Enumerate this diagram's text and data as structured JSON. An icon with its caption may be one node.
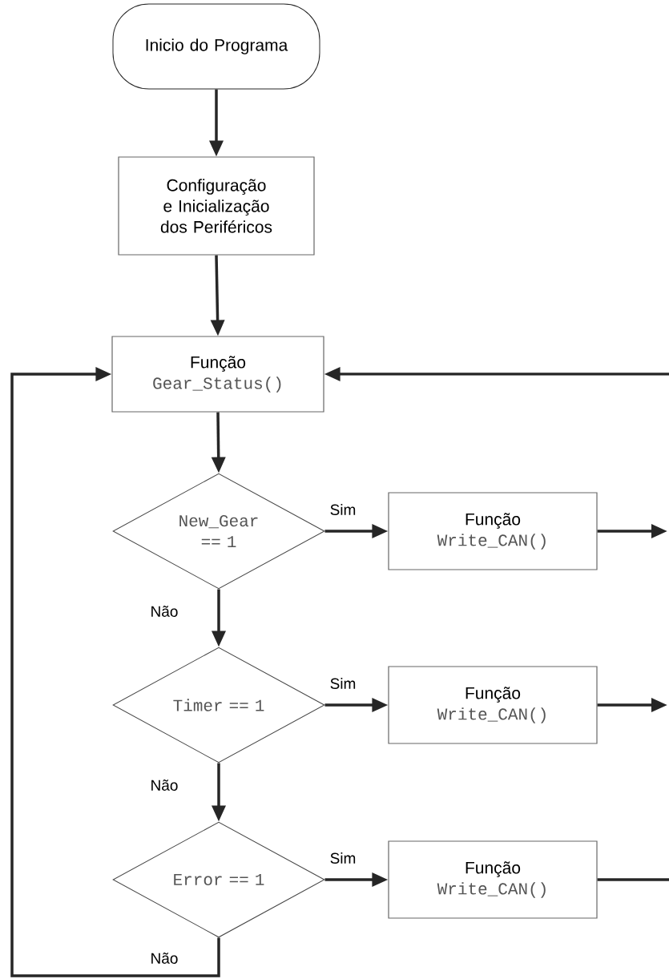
{
  "diagram": {
    "nodes": [
      {
        "text": [
          "Inicio do Programa"
        ]
      },
      {
        "text": [
          "Configuração e Inicialização dos Periféricos"
        ]
      },
      {
        "text": [
          "Função",
          "Gear_Status()"
        ]
      },
      {
        "text": [
          "New_Gear == 1"
        ]
      },
      {
        "text": [
          "Função",
          "Write_CAN()"
        ]
      },
      {
        "text": [
          "Timer == 1"
        ]
      },
      {
        "text": [
          "Função",
          "Write_CAN()"
        ]
      },
      {
        "text": [
          "Error == 1"
        ]
      },
      {
        "text": [
          "Função",
          "Write_CAN()"
        ]
      }
    ],
    "edges": [
      {
        "from": 0,
        "to": 1,
        "arrow": "to"
      },
      {
        "from": 1,
        "to": 2,
        "arrow": "to"
      },
      {
        "from": 2,
        "to": 3,
        "arrow": "to"
      },
      {
        "from": 3,
        "to": 4,
        "arrow": "to",
        "label": "Sim"
      },
      {
        "from": 3,
        "to": 5,
        "arrow": "to",
        "label": "Não"
      },
      {
        "from": 5,
        "to": 6,
        "arrow": "to",
        "label": "Sim"
      },
      {
        "from": 5,
        "to": 7,
        "arrow": "to",
        "label": "Não"
      },
      {
        "from": 7,
        "to": 8,
        "arrow": "to",
        "label": "Sim"
      },
      {
        "from": 7,
        "to": 2,
        "arrow": "to",
        "label": "Não"
      },
      {
        "from": 4,
        "to": null,
        "arrow": "to"
      },
      {
        "from": 6,
        "to": null,
        "arrow": "to"
      },
      {
        "from": 8,
        "to": null,
        "arrow": "none"
      },
      {
        "from": null,
        "to": 2,
        "arrow": "to"
      }
    ]
  }
}
